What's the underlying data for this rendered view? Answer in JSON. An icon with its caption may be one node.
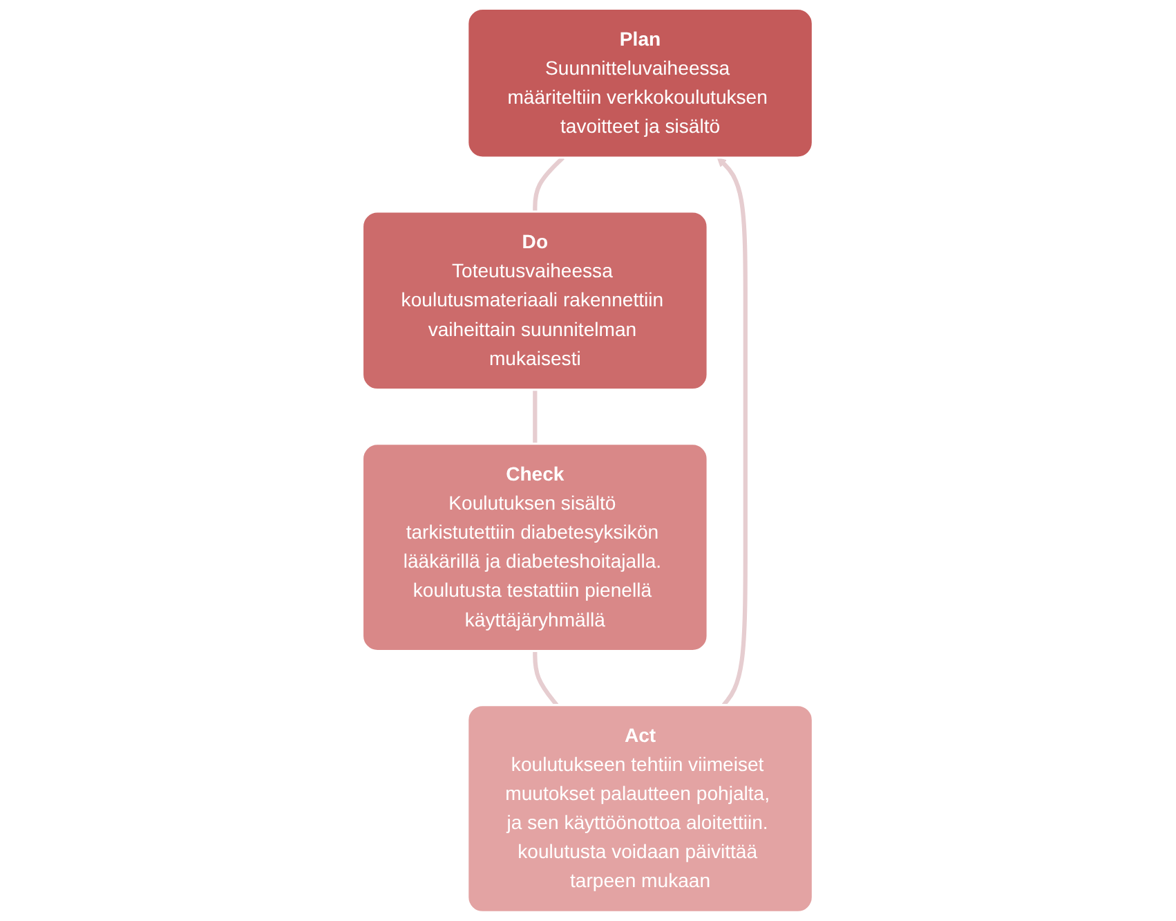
{
  "diagram": {
    "nodes": [
      {
        "text": [
          "Plan",
          "Suunnitteluvaiheessa määriteltiin verkkokoulutuksen tavoitteet ja sisältö"
        ]
      },
      {
        "text": [
          "Do",
          "Toteutusvaiheessa koulutusmateriaali rakennettiin vaiheittain suunnitelman mukaisesti"
        ]
      },
      {
        "text": [
          "Check",
          "Koulutuksen sisältö tarkistutettiin diabetesyksikön lääkärillä ja diabeteshoitajalla. koulutusta testattiin pienellä käyttäjäryhmällä"
        ]
      },
      {
        "text": [
          "Act",
          "koulutukseen tehtiin viimeiset muutokset palautteen pohjalta, ja sen käyttöönottoa aloitettiin. koulutusta voidaan päivittää tarpeen mukaan"
        ]
      }
    ],
    "edges": [
      {
        "from": 0,
        "to": 1,
        "arrow": "none",
        "color": "#e6cdd0"
      },
      {
        "from": 1,
        "to": 2,
        "arrow": "none",
        "color": "#e6cdd0"
      },
      {
        "from": 2,
        "to": 3,
        "arrow": "none",
        "color": "#e6cdd0"
      },
      {
        "from": 3,
        "to": 0,
        "arrow": "to",
        "color": "#e6cdd0"
      }
    ]
  }
}
